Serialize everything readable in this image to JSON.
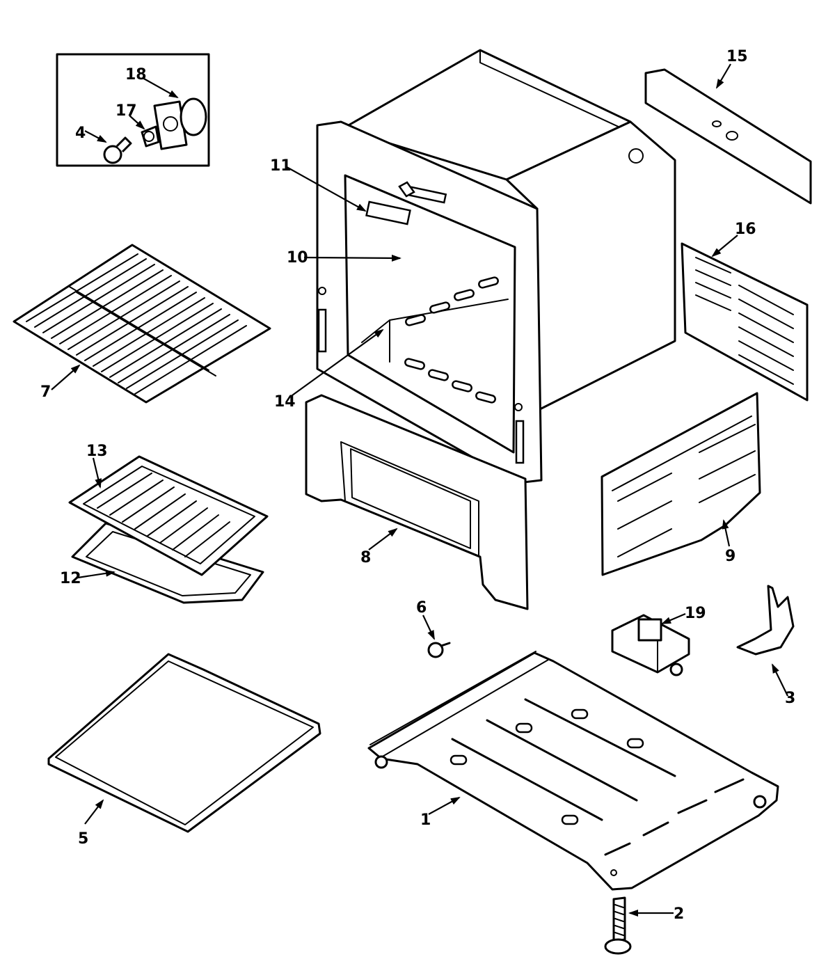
{
  "parts": [
    {
      "id": "1",
      "label": "1",
      "icon": "drawer-frame-base"
    },
    {
      "id": "2",
      "label": "2",
      "icon": "leveling-leg"
    },
    {
      "id": "3",
      "label": "3",
      "icon": "anti-tip-bracket"
    },
    {
      "id": "4",
      "label": "4",
      "icon": "oven-light-bulb"
    },
    {
      "id": "5",
      "label": "5",
      "icon": "broiler-drawer"
    },
    {
      "id": "6",
      "label": "6",
      "icon": "screw"
    },
    {
      "id": "7",
      "label": "7",
      "icon": "oven-rack"
    },
    {
      "id": "8",
      "label": "8",
      "icon": "oven-front-frame"
    },
    {
      "id": "9",
      "label": "9",
      "icon": "side-panel"
    },
    {
      "id": "10",
      "label": "10",
      "icon": "rack-clip"
    },
    {
      "id": "11",
      "label": "11",
      "icon": "oven-label"
    },
    {
      "id": "12",
      "label": "12",
      "icon": "broiler-pan"
    },
    {
      "id": "13",
      "label": "13",
      "icon": "broiler-pan-insert"
    },
    {
      "id": "14",
      "label": "14",
      "icon": "oven-cavity"
    },
    {
      "id": "15",
      "label": "15",
      "icon": "rear-panel"
    },
    {
      "id": "16",
      "label": "16",
      "icon": "side-panel-right"
    },
    {
      "id": "17",
      "label": "17",
      "icon": "lamp-socket"
    },
    {
      "id": "18",
      "label": "18",
      "icon": "lamp-receptacle"
    },
    {
      "id": "19",
      "label": "19",
      "icon": "transformer"
    }
  ]
}
